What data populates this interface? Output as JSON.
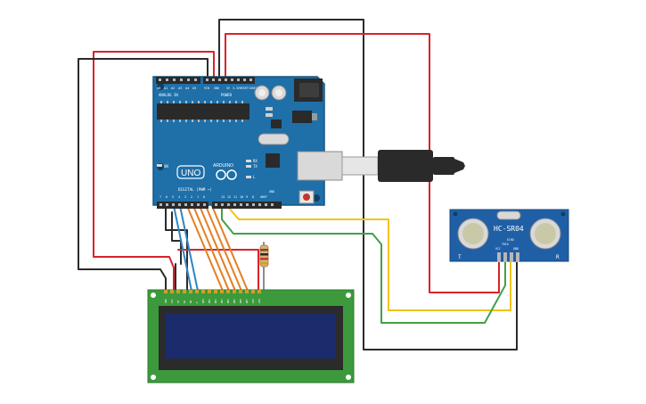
{
  "arduino": {
    "model_label": "UNO",
    "brand_label": "ARDUINO",
    "digital_label": "DIGITAL (PWM ~)",
    "power_label": "POWER",
    "analog_label": "ANALOG IN",
    "on_label": "ON",
    "tx_label": "TX",
    "rx_label": "RX",
    "l_label": "L",
    "aref_label": "AREF",
    "gnd_label": "GND",
    "ioref_label": "IOREF",
    "reset_label": "RESET",
    "v33_label": "3.3V",
    "v5_label": "5V",
    "vin_label": "VIN",
    "digital_pins": [
      "0",
      "1",
      "2",
      "3",
      "4",
      "5",
      "6",
      "7",
      "8",
      "9",
      "10",
      "11",
      "12",
      "13"
    ],
    "analog_pins": [
      "A0",
      "A1",
      "A2",
      "A3",
      "A4",
      "A5"
    ]
  },
  "sensor": {
    "model_label": "HC-SR04",
    "t_label": "T",
    "r_label": "R",
    "pins": [
      "VCC",
      "TRIG",
      "ECHO",
      "GND"
    ]
  },
  "lcd": {
    "pins": [
      "GND",
      "VCC",
      "V0",
      "RS",
      "RW",
      "E",
      "DB0",
      "DB1",
      "DB2",
      "DB3",
      "DB4",
      "DB5",
      "DB6",
      "DB7",
      "LED",
      "LED"
    ]
  },
  "colors": {
    "board": "#1f6fa8",
    "board_dark": "#175783",
    "lcd_pcb": "#3c9a3c",
    "lcd_screen": "#1a2c6b",
    "sensor_pcb": "#1f5fa6",
    "wire_red": "#d8232a",
    "wire_black": "#2b2b2b",
    "wire_yellow": "#f1c40f",
    "wire_green": "#43a047",
    "wire_orange": "#e67e22",
    "wire_blue": "#2e86c1"
  }
}
